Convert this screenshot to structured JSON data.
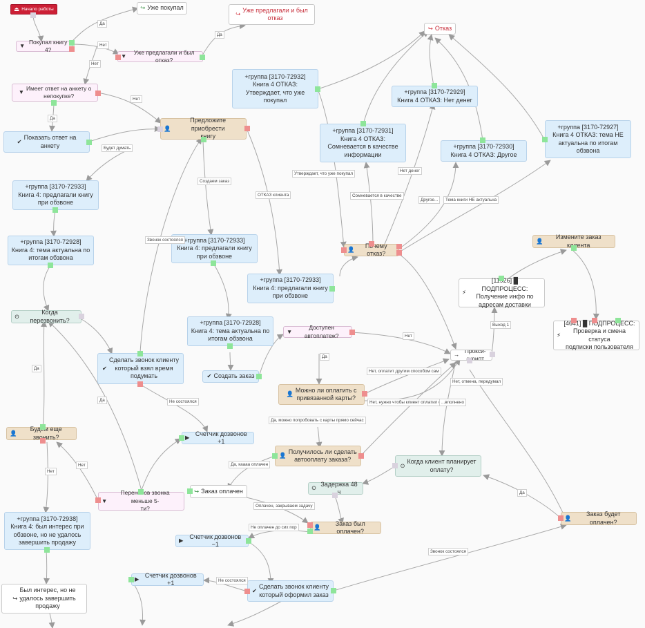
{
  "nodes": {
    "start": {
      "icon": "⏏",
      "label": "Начало работы"
    },
    "bought_book4": {
      "icon": "▼",
      "label": "Покупал книгу 4?"
    },
    "already_bought": {
      "icon": "↪",
      "label": "Уже покупал"
    },
    "offered_refused_q": {
      "icon": "▼",
      "label": "Уже предлагали и был отказ?"
    },
    "offered_refused_end": {
      "icon": "↪",
      "label": "Уже предлагали и был\nотказ"
    },
    "has_survey": {
      "icon": "▼",
      "label": "Имеет ответ на анкету о\nнепокупке?"
    },
    "show_survey": {
      "icon": "✔",
      "label": "Показать ответ на\nанкету"
    },
    "offer_book": {
      "icon": "👤",
      "label": "Предложите приобрести\nкнигу"
    },
    "refusal": {
      "icon": "↪",
      "label": "Отказ"
    },
    "group_72932": {
      "icon": "▶",
      "label": "+группа [3170-72932]\nКнига 4 ОТКАЗ:\nУтверждает, что уже\nпокупал"
    },
    "group_72929": {
      "icon": "▶",
      "label": "+группа [3170-72929]\nКнига 4 ОТКАЗ: Нет денег"
    },
    "group_72931": {
      "icon": "▶",
      "label": "+группа [3170-72931]\nКнига 4 ОТКАЗ:\nСомневается в качестве\nинформации"
    },
    "group_72930": {
      "icon": "▶",
      "label": "+группа [3170-72930]\nКнига 4 ОТКАЗ: Другое"
    },
    "group_72927": {
      "icon": "▶",
      "label": "+группа [3170-72927]\nКнига 4 ОТКАЗ: тема НЕ\nактуальна по итогам\nобзвона"
    },
    "group_72933_a": {
      "icon": "▶",
      "label": "+группа [3170-72933]\nКнига 4: предлагали книгу\nпри обзвоне"
    },
    "group_72928_a": {
      "icon": "▶",
      "label": "+группа [3170-72928]\nКнига 4: тема актуальна по\nитогам обзвона"
    },
    "group_72933_b": {
      "icon": "▶",
      "label": "+группа [3170-72933]\nКнига 4: предлагали книгу\nпри обзвоне"
    },
    "why_refusal": {
      "icon": "👤",
      "label": "Почему отказ?"
    },
    "change_order": {
      "icon": "👤",
      "label": "Измените заказ клиента"
    },
    "group_72933_c": {
      "icon": "▶",
      "label": "+группа [3170-72933]\nКнига 4: предлагали книгу\nпри обзвоне"
    },
    "subprocess_11926": {
      "icon": "⚡",
      "label": "[11926] █ ПОДПРОЦЕСС:\nПолучение инфо по\nадресам доставки"
    },
    "when_callback": {
      "icon": "⊙",
      "label": "Когда перезвонить?"
    },
    "group_72928_b": {
      "icon": "▶",
      "label": "+группа [3170-72928]\nКнига 4: тема актуальна по\nитогам обзвона"
    },
    "subprocess_4641": {
      "icon": "⚡",
      "label": "[4641] █ ПОДПРОЦЕСС:\nПроверка и смена статуса\nподписки пользователя"
    },
    "autopay_available": {
      "icon": "▼",
      "label": "Доступен автоплатеж?"
    },
    "proxy_script": {
      "icon": "→",
      "label": "Прокси-скрипт"
    },
    "make_call": {
      "icon": "✔",
      "label": "Сделать звонок клиенту\nкоторый взял время\nподумать"
    },
    "create_order": {
      "icon": "✔",
      "label": "Создать заказ"
    },
    "can_pay_card": {
      "icon": "👤",
      "label": "Можно ли оплатить с\nпривязанной карты?"
    },
    "will_call_again": {
      "icon": "👤",
      "label": "Будем еще звонить?"
    },
    "counter_plus1_a": {
      "icon": "▶",
      "label": "Счетчик дозвонов +1"
    },
    "autopay_done_q": {
      "icon": "👤",
      "label": "Получилось ли сделать\nавтооплату заказа?"
    },
    "when_client_plans": {
      "icon": "⊙",
      "label": "Когда клиент планирует\nоплату?"
    },
    "transfer_less5": {
      "icon": "▼",
      "label": "Перенесов звонка меньше 5-\nти?"
    },
    "order_paid": {
      "icon": "↪",
      "label": "Заказ оплачен"
    },
    "delay_48": {
      "icon": "⊙",
      "label": "Задержка 48 ч"
    },
    "group_72938": {
      "icon": "▶",
      "label": "+группа [3170-72938]\nКнига 4: был интерес при\nобзвоне, но не удалось\nзавершить продажу"
    },
    "was_order_paid": {
      "icon": "👤",
      "label": "Заказ был оплачен?"
    },
    "will_order_be_paid": {
      "icon": "👤",
      "label": "Заказ будет оплачен?"
    },
    "counter_minus1": {
      "icon": "▶",
      "label": "Счетчик дозвонов −1"
    },
    "counter_plus1_b": {
      "icon": "▶",
      "label": "Счетчик дозвонов +1"
    },
    "call_ordered": {
      "icon": "✔",
      "label": "Сделать звонок клиенту\nкоторый оформил заказ"
    },
    "interest_end": {
      "icon": "↪",
      "label": "Был интерес, но не\nудалось завершить\nпродажу"
    }
  },
  "edge_labels": {
    "yes_1": "Да",
    "no_1": "Нет",
    "yes_2": "Да",
    "no_2": "Нет",
    "yes_3": "Да",
    "no_3": "Нет",
    "think": "Будет думать",
    "create_order_lbl": "Создаем заказ",
    "call_failed_1": "Звонок состоялся",
    "refusal_client": "ОТКАЗ клиента",
    "claims_bought": "Утверждает, что уже покупал",
    "doubts_quality": "Сомневается в качестве",
    "no_money": "Нет денег",
    "other": "Другое...",
    "topic_not_actual": "Тема книги НЕ актуальна",
    "exit1": "Выход 1",
    "no_4": "Нет",
    "yes_4": "Да",
    "no_pay_other": "Нет, оплатит другим способом сам",
    "no_client_pays": "Нет, нужно чтобы клиент оплатил сам",
    "no_cancel": "Нет, отмена, передумал",
    "completed": "...вполнено",
    "yes_try_card": "Да, можно попробовать с карты прямо сейчас",
    "not_held": "Не состоялся",
    "yes_5": "Да",
    "no_5": "Нет",
    "yes_6": "Да",
    "yes_autopaid": "Да, каааа оплачен",
    "paid_close_task": "Оплачен, закрываем задачу",
    "not_paid_by_now": "Не оплачен до сих пор",
    "yes_7": "Да",
    "call_held": "Звонок состоялся",
    "not_held_2": "Не состоялся"
  }
}
